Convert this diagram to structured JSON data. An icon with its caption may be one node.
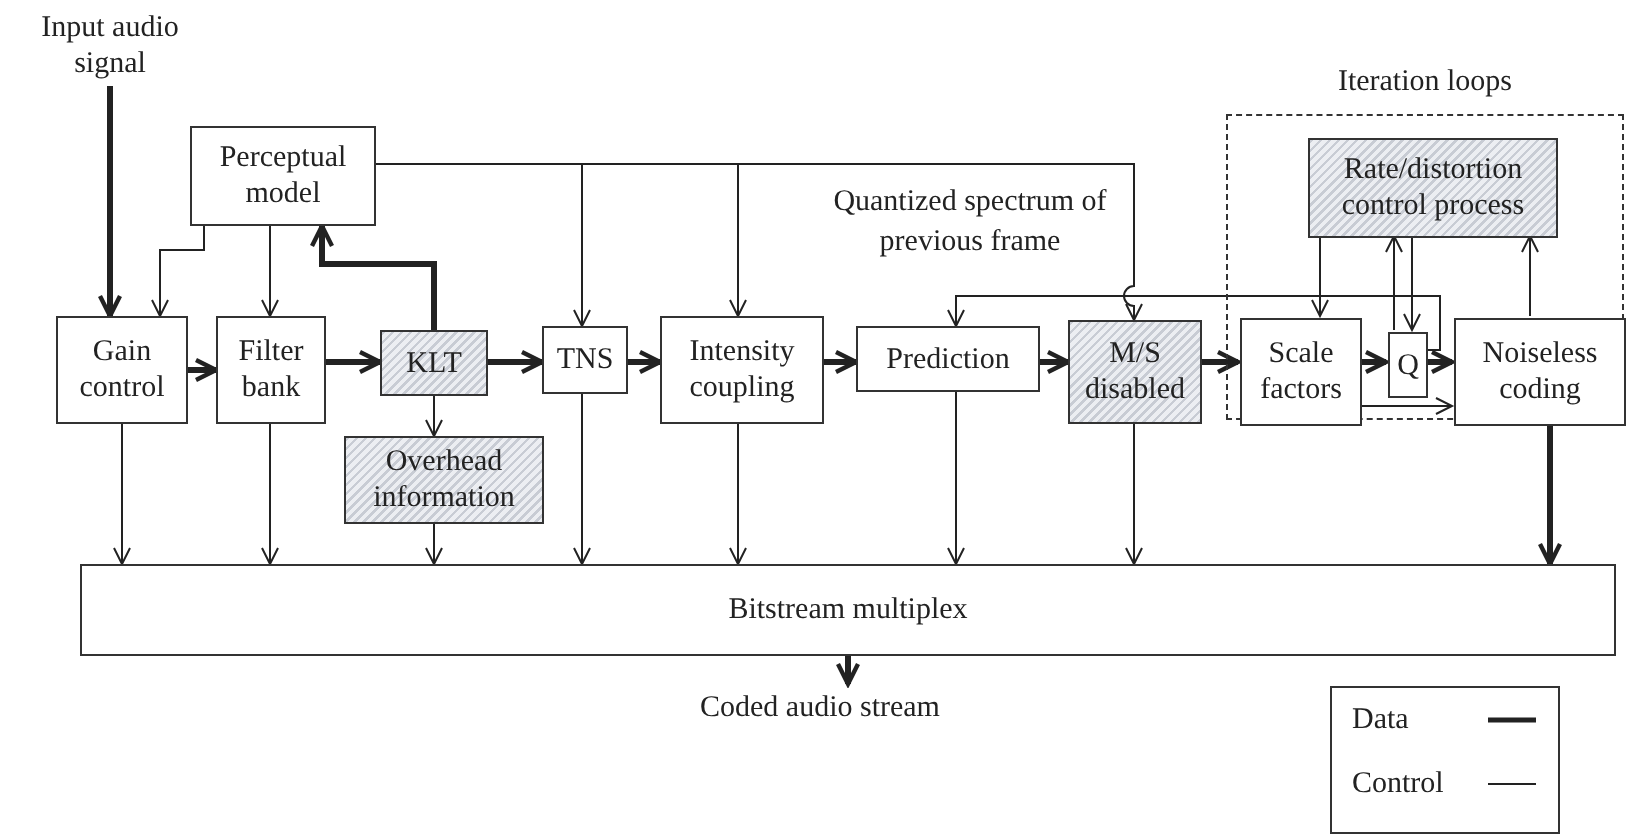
{
  "diagram": {
    "nodes": [
      {
        "text": [
          "Input audio signal"
        ]
      },
      {
        "text": [
          "Perceptual model"
        ]
      },
      {
        "text": [
          "Gain control"
        ]
      },
      {
        "text": [
          "Filter bank"
        ]
      },
      {
        "text": [
          "KLT"
        ]
      },
      {
        "text": [
          "Overhead information"
        ]
      },
      {
        "text": [
          "TNS"
        ]
      },
      {
        "text": [
          "Intensity coupling"
        ]
      },
      {
        "text": [
          "Prediction"
        ]
      },
      {
        "text": [
          "M/S disabled"
        ]
      },
      {
        "text": [
          "Iteration loops"
        ]
      },
      {
        "text": [
          "Rate/distortion control process"
        ],
        "in": 10
      },
      {
        "text": [
          "Scale factors"
        ],
        "in": 10
      },
      {
        "text": [
          "Q"
        ],
        "in": 10
      },
      {
        "text": [
          "Noiseless coding"
        ],
        "in": 10
      },
      {
        "text": [
          "Bitstream multiplex"
        ]
      },
      {
        "text": [
          "Coded audio stream"
        ]
      }
    ],
    "edges": [
      {
        "from": 0,
        "to": 2,
        "arrow": "to",
        "style": "thick"
      },
      {
        "from": 1,
        "to": 2,
        "arrow": "to"
      },
      {
        "from": 1,
        "to": 3,
        "arrow": "to"
      },
      {
        "from": 4,
        "to": 1,
        "arrow": "to",
        "style": "thick"
      },
      {
        "from": 1,
        "to": 6,
        "arrow": "to"
      },
      {
        "from": 1,
        "to": 7,
        "arrow": "to"
      },
      {
        "from": 1,
        "to": 9,
        "arrow": "to"
      },
      {
        "from": 2,
        "to": 3,
        "arrow": "to",
        "style": "thick"
      },
      {
        "from": 3,
        "to": 4,
        "arrow": "to",
        "style": "thick"
      },
      {
        "from": 4,
        "to": 5,
        "arrow": "to"
      },
      {
        "from": 4,
        "to": 6,
        "arrow": "to",
        "style": "thick"
      },
      {
        "from": 6,
        "to": 7,
        "arrow": "to",
        "style": "thick"
      },
      {
        "from": 7,
        "to": 8,
        "arrow": "to",
        "style": "thick"
      },
      {
        "from": 8,
        "to": 9,
        "arrow": "to",
        "style": "thick"
      },
      {
        "from": 9,
        "to": 12,
        "arrow": "to",
        "style": "thick"
      },
      {
        "from": 12,
        "to": 13,
        "arrow": "to",
        "style": "thick"
      },
      {
        "from": 13,
        "to": 14,
        "arrow": "to",
        "style": "thick"
      },
      {
        "from": 12,
        "to": 14,
        "arrow": "to"
      },
      {
        "from": 11,
        "to": 12,
        "arrow": "to"
      },
      {
        "from": 13,
        "to": 11,
        "arrow": "to"
      },
      {
        "from": 11,
        "to": 13,
        "arrow": "to"
      },
      {
        "from": 14,
        "to": 11,
        "arrow": "to"
      },
      {
        "from": 13,
        "to": 8,
        "arrow": "to"
      },
      {
        "from": 2,
        "to": 15,
        "arrow": "to"
      },
      {
        "from": 3,
        "to": 15,
        "arrow": "to"
      },
      {
        "from": 5,
        "to": 15,
        "arrow": "to"
      },
      {
        "from": 6,
        "to": 15,
        "arrow": "to"
      },
      {
        "from": 7,
        "to": 15,
        "arrow": "to"
      },
      {
        "from": 8,
        "to": 15,
        "arrow": "to"
      },
      {
        "from": 9,
        "to": 15,
        "arrow": "to"
      },
      {
        "from": 14,
        "to": 15,
        "arrow": "to",
        "style": "thick"
      },
      {
        "from": 15,
        "to": 16,
        "arrow": "to",
        "style": "thick"
      }
    ],
    "labels": [
      "Quantized spectrum of previous frame"
    ],
    "legend": [
      {
        "text": "Data"
      },
      {
        "text": "Control"
      }
    ]
  }
}
